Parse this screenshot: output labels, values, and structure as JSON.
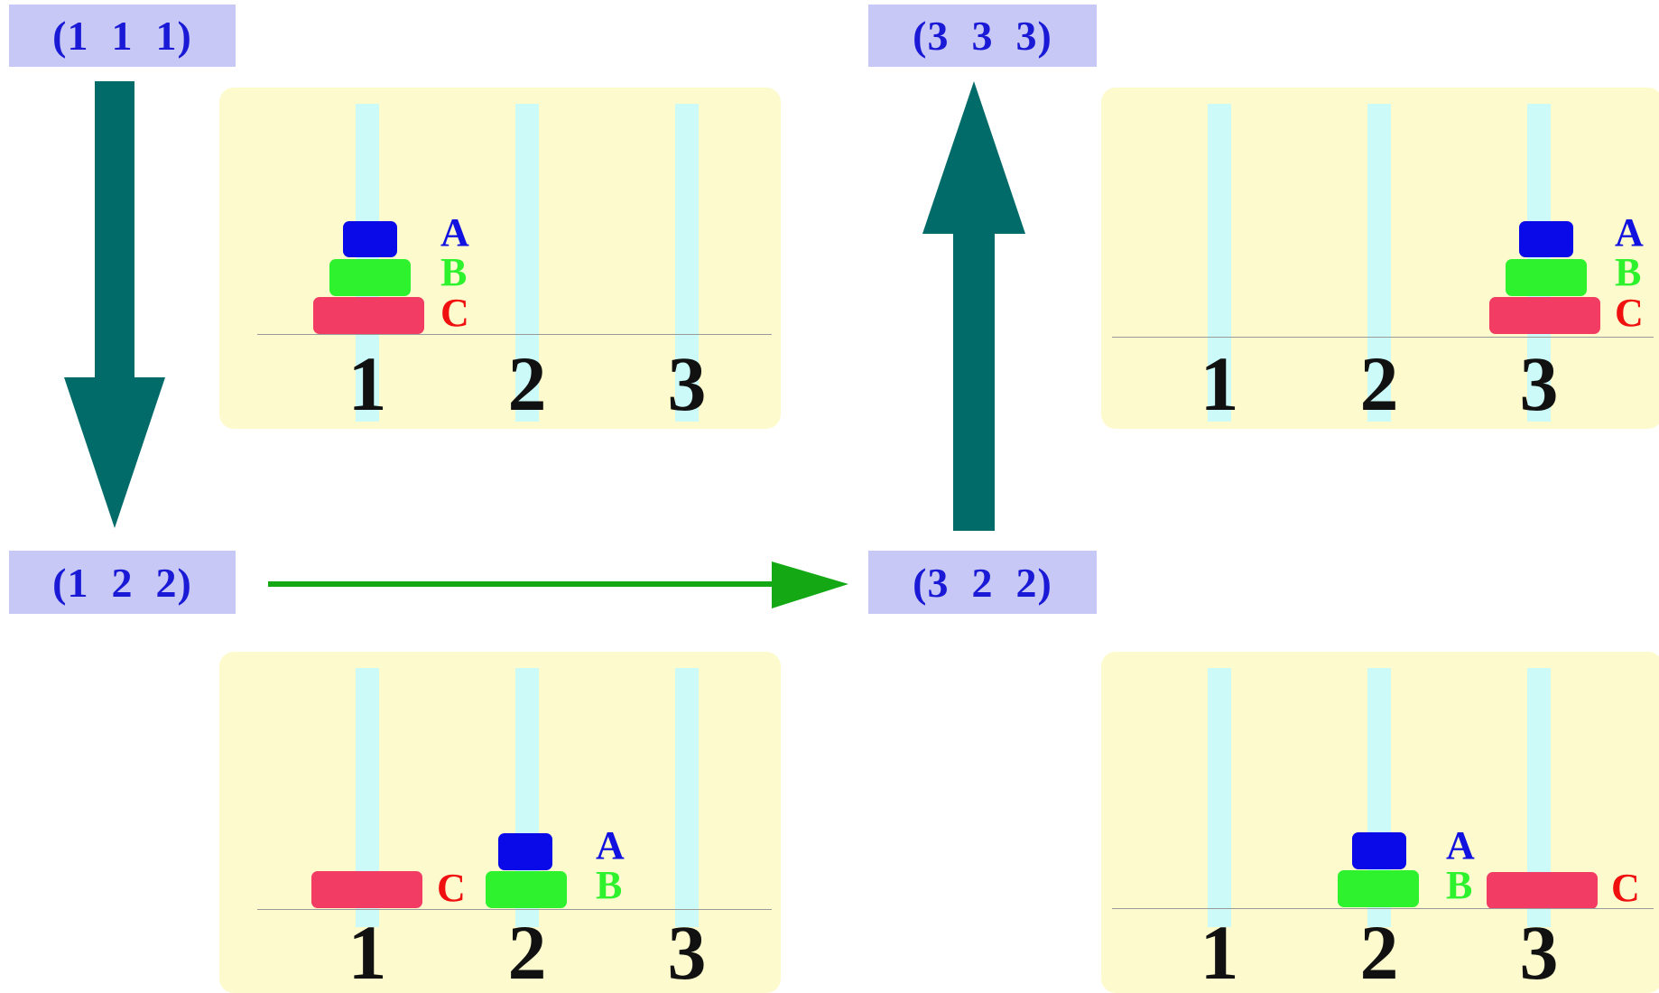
{
  "states": {
    "s111": "(1  1  1)",
    "s122": "(1  2  2)",
    "s322": "(3  2  2)",
    "s333": "(3  3  3)"
  },
  "peg_labels": [
    "1",
    "2",
    "3"
  ],
  "disk_labels": {
    "A": "A",
    "B": "B",
    "C": "C"
  },
  "colors": {
    "state_box_bg": "#c8c8f6",
    "state_text": "#1a1ad6",
    "panel_bg": "#fdfbcd",
    "peg": "#ccfaf8",
    "disk_A": "#0a0ae8",
    "disk_B": "#2ef22e",
    "disk_C": "#f23c64",
    "label_A": "#1111e0",
    "label_B": "#2ef22e",
    "label_C": "#f01010",
    "big_arrow": "#006b68",
    "green_arrow": "#14a814"
  },
  "diagram": {
    "panels": [
      {
        "state": "s111",
        "pegs": {
          "A": 1,
          "B": 1,
          "C": 1
        }
      },
      {
        "state": "s122",
        "pegs": {
          "A": 2,
          "B": 2,
          "C": 1
        }
      },
      {
        "state": "s322",
        "pegs": {
          "A": 2,
          "B": 2,
          "C": 3
        }
      },
      {
        "state": "s333",
        "pegs": {
          "A": 3,
          "B": 3,
          "C": 3
        }
      }
    ],
    "edges": [
      {
        "from": "s111",
        "to": "s122",
        "style": "big_arrow"
      },
      {
        "from": "s122",
        "to": "s322",
        "style": "green_arrow"
      },
      {
        "from": "s322",
        "to": "s333",
        "style": "big_arrow"
      }
    ]
  }
}
